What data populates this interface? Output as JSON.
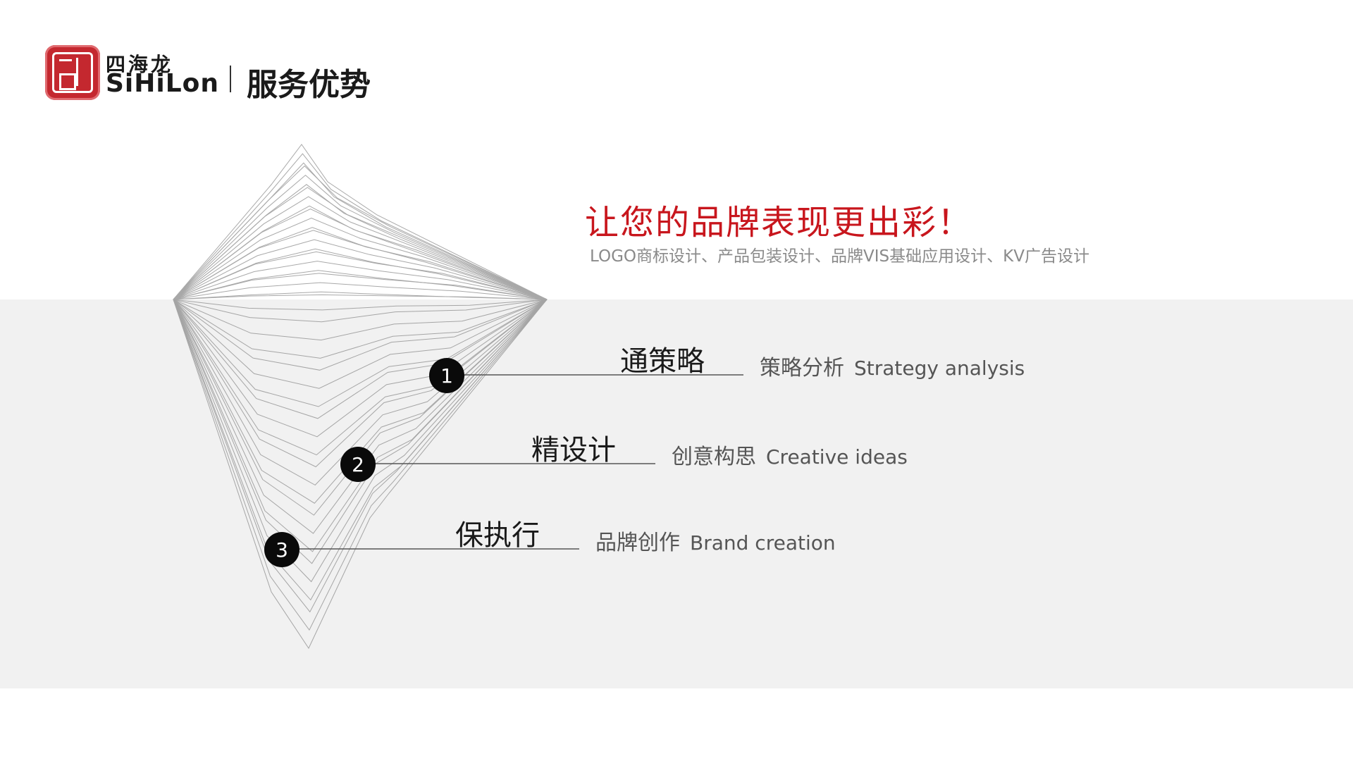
{
  "header": {
    "brand_cn": "四海龙",
    "brand_en": "SiHiLon",
    "section_title": "服务优势"
  },
  "hero": {
    "headline": "让您的品牌表现更出彩！",
    "subline": "LOGO商标设计、产品包装设计、品牌VIS基础应用设计、KV广告设计"
  },
  "items": [
    {
      "number": "1",
      "title": "通策略",
      "desc_cn": "策略分析",
      "desc_en": "Strategy analysis"
    },
    {
      "number": "2",
      "title": "精设计",
      "desc_cn": "创意构思",
      "desc_en": "Creative ideas"
    },
    {
      "number": "3",
      "title": "保执行",
      "desc_cn": "品牌创作",
      "desc_en": "Brand creation"
    }
  ],
  "colors": {
    "accent_red": "#c8161d",
    "band_gray": "#f1f1f1",
    "badge": "#0a0a0a"
  }
}
